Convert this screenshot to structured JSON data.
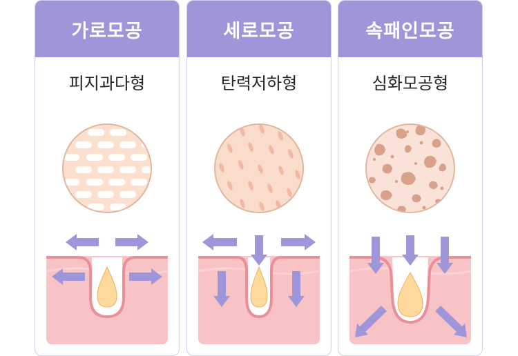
{
  "cards": [
    {
      "title": "가로모공",
      "subtitle": "피지과다형"
    },
    {
      "title": "세로모공",
      "subtitle": "탄력저하형"
    },
    {
      "title": "속패인모공",
      "subtitle": "심화모공형"
    }
  ],
  "colors": {
    "header": "#9e96d8",
    "arrow": "#9e96d8",
    "skin_circle": "#f9dccb",
    "skin_tissue": "#f7c3c6",
    "pore_line": "#ea8e98",
    "sebum": "#ffd89b"
  }
}
